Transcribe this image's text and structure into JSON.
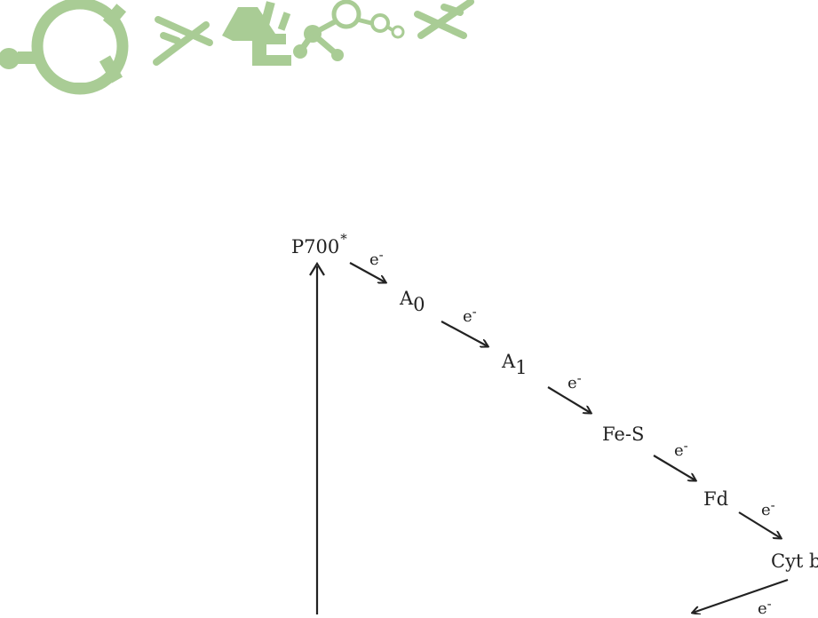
{
  "colors": {
    "decor_green": "#a9cc95",
    "ink": "#222222"
  },
  "decor": {
    "icons": [
      "plasmid-icon",
      "chromosome-icon",
      "microscope-icon",
      "molecule-icon",
      "chromosome-icon"
    ]
  },
  "diagram": {
    "carriers": {
      "p700": {
        "base": "P700",
        "sup": "*"
      },
      "a0": {
        "base": "A",
        "sub": "0"
      },
      "a1": {
        "base": "A",
        "sub": "1"
      },
      "fes": {
        "base": "Fe-S"
      },
      "fd": {
        "base": "Fd"
      },
      "cytb": {
        "base": "Cyt b"
      }
    },
    "electron": {
      "base": "e",
      "sup": "-"
    }
  }
}
